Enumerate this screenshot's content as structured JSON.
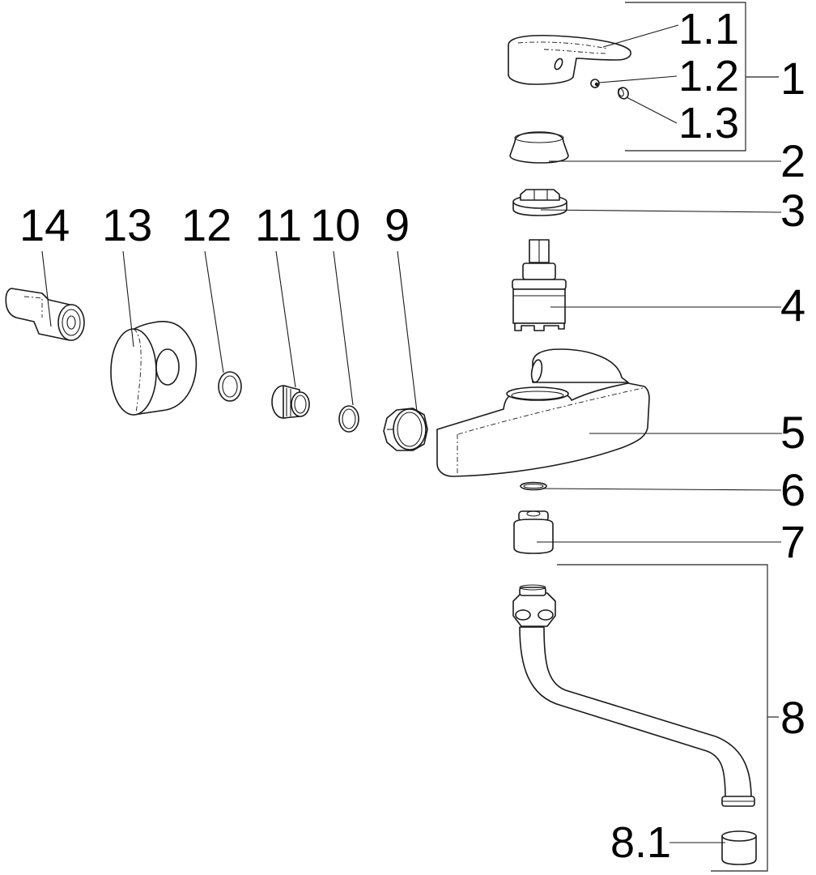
{
  "diagram": {
    "type": "exploded-parts-view",
    "subject": "wall-mounted single-lever faucet",
    "line_color": "#1a1a1a",
    "background": "#ffffff",
    "labels": {
      "p1": "1",
      "p1_1": "1.1",
      "p1_2": "1.2",
      "p1_3": "1.3",
      "p2": "2",
      "p3": "3",
      "p4": "4",
      "p5": "5",
      "p6": "6",
      "p7": "7",
      "p8": "8",
      "p8_1": "8.1",
      "p9": "9",
      "p10": "10",
      "p11": "11",
      "p12": "12",
      "p13": "13",
      "p14": "14"
    },
    "parts": [
      {
        "id": "1",
        "name": "lever handle assembly",
        "children": [
          "1.1",
          "1.2",
          "1.3"
        ]
      },
      {
        "id": "1.1",
        "name": "lever handle"
      },
      {
        "id": "1.2",
        "name": "set screw"
      },
      {
        "id": "1.3",
        "name": "cover cap"
      },
      {
        "id": "2",
        "name": "cover dome"
      },
      {
        "id": "3",
        "name": "cartridge nut"
      },
      {
        "id": "4",
        "name": "cartridge"
      },
      {
        "id": "5",
        "name": "faucet body"
      },
      {
        "id": "6",
        "name": "o-ring"
      },
      {
        "id": "7",
        "name": "spout adapter"
      },
      {
        "id": "8",
        "name": "spout assembly",
        "children": [
          "8.1"
        ]
      },
      {
        "id": "8.1",
        "name": "aerator"
      },
      {
        "id": "9",
        "name": "union nut"
      },
      {
        "id": "10",
        "name": "o-ring"
      },
      {
        "id": "11",
        "name": "connector fitting"
      },
      {
        "id": "12",
        "name": "washer"
      },
      {
        "id": "13",
        "name": "escutcheon rosette"
      },
      {
        "id": "14",
        "name": "eccentric connector"
      }
    ]
  }
}
